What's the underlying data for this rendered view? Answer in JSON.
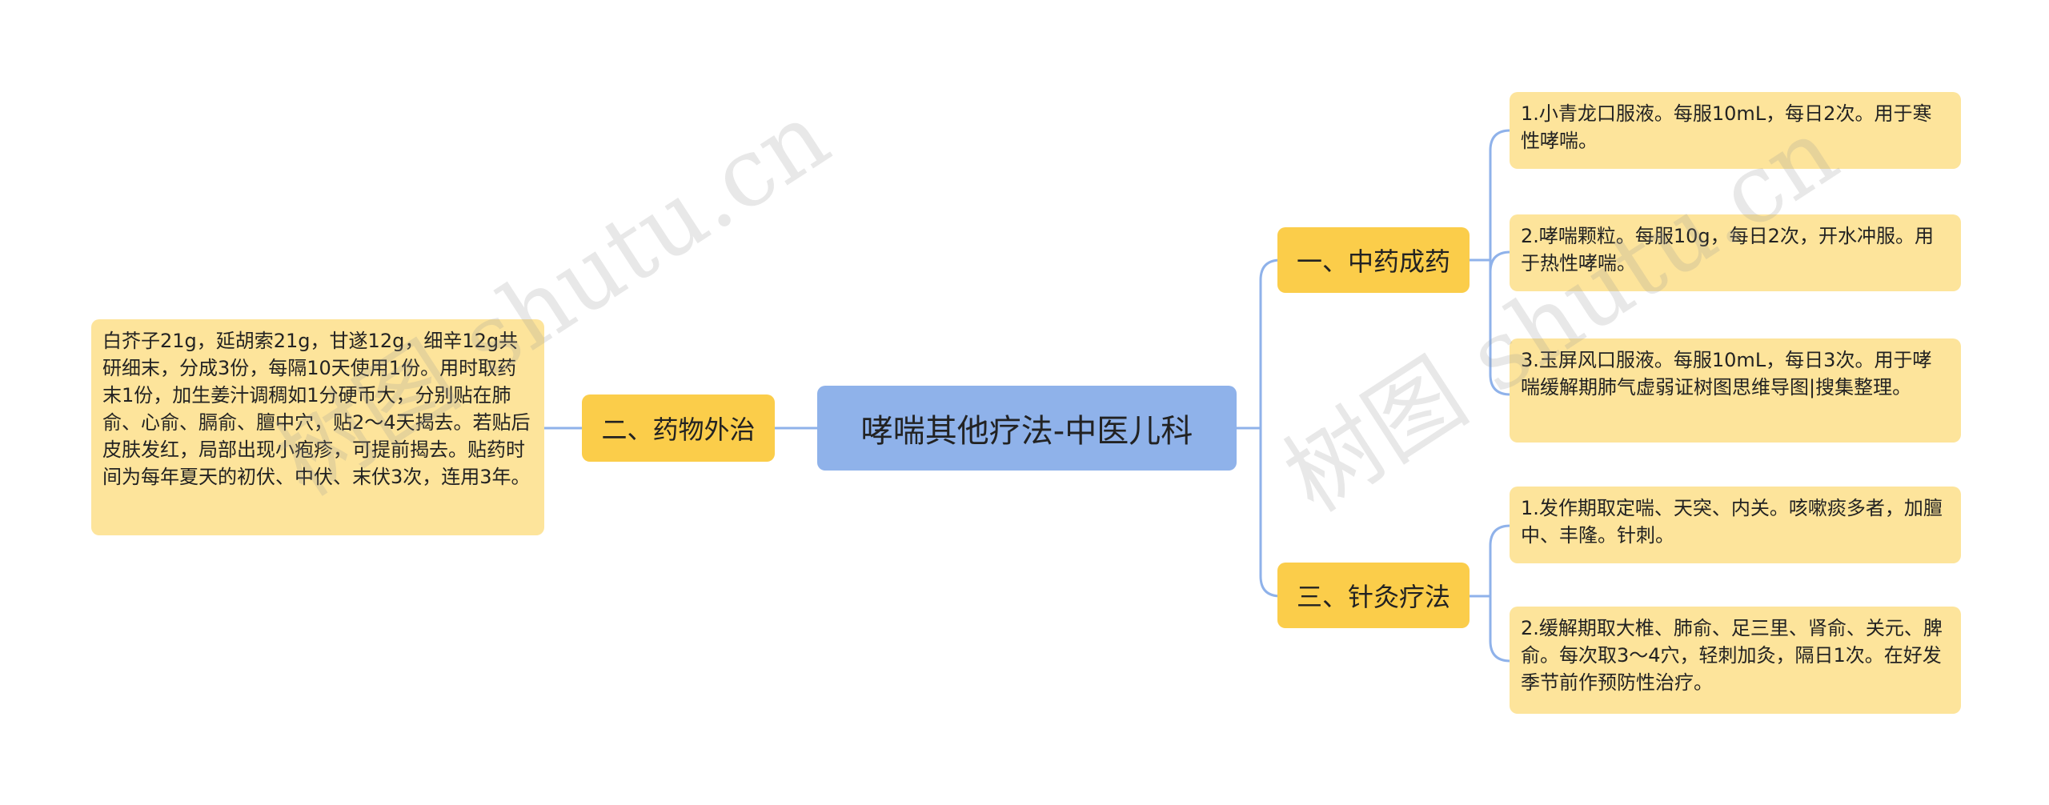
{
  "root": {
    "label": "哮喘其他疗法-中医儿科"
  },
  "branches": {
    "patent_medicine": {
      "label": "一、中药成药",
      "items": [
        "1.小青龙口服液。每服10mL，每日2次。用于寒性哮喘。",
        "2.哮喘颗粒。每服10g，每日2次，开水冲服。用于热性哮喘。",
        "3.玉屏风口服液。每服10mL，每日3次。用于哮喘缓解期肺气虚弱证树图思维导图|搜集整理。"
      ]
    },
    "external": {
      "label": "二、药物外治",
      "items": [
        "白芥子21g，延胡索21g，甘遂12g，细辛12g共研细末，分成3份，每隔10天使用1份。用时取药末1份，加生姜汁调稠如1分硬币大，分别贴在肺俞、心俞、膈俞、膻中穴，贴2～4天揭去。若贴后皮肤发红，局部出现小疱疹，可提前揭去。贴药时间为每年夏天的初伏、中伏、末伏3次，连用3年。"
      ]
    },
    "acupuncture": {
      "label": "三、针灸疗法",
      "items": [
        "1.发作期取定喘、天突、内关。咳嗽痰多者，加膻中、丰隆。针刺。",
        "2.缓解期取大椎、肺俞、足三里、肾俞、关元、脾俞。每次取3～4穴，轻刺加灸，隔日1次。在好发季节前作预防性治疗。"
      ]
    }
  },
  "watermarks": [
    "树图 shutu.cn",
    "树图 shutu.cn"
  ],
  "colors": {
    "root": "#8fb2ea",
    "branch": "#fbcd4a",
    "leaf": "#fde49b",
    "connector": "#8fb2ea"
  }
}
